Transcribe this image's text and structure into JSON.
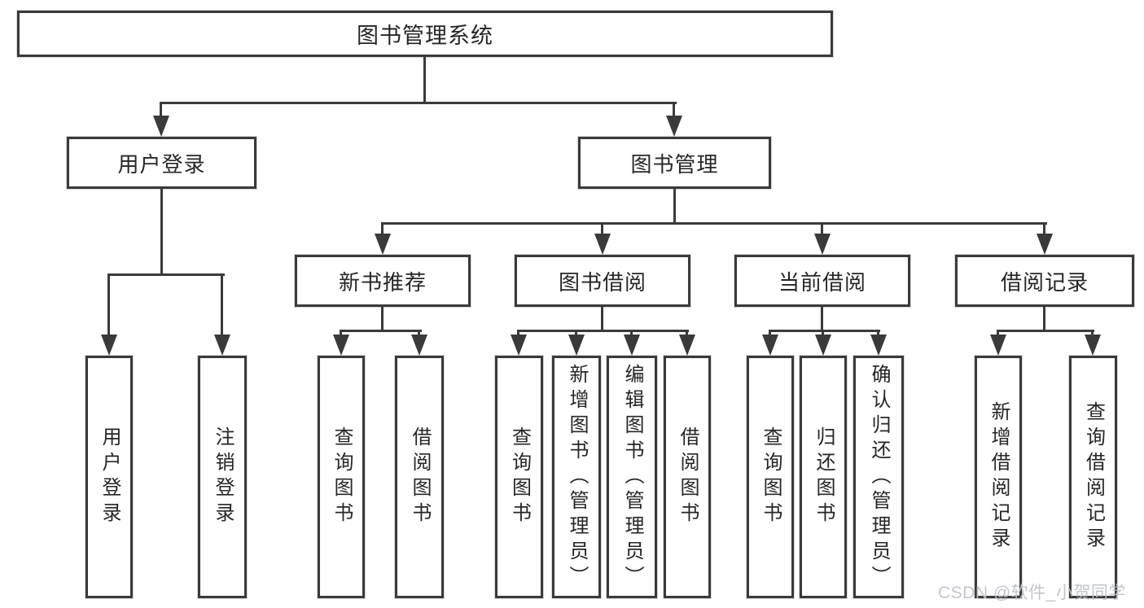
{
  "root": {
    "label": "图书管理系统"
  },
  "modules": [
    {
      "label": "用户登录"
    },
    {
      "label": "图书管理"
    }
  ],
  "submodules": [
    {
      "label": "新书推荐"
    },
    {
      "label": "图书借阅"
    },
    {
      "label": "当前借阅"
    },
    {
      "label": "借阅记录"
    }
  ],
  "functions": [
    {
      "label": "用户登录"
    },
    {
      "label": "注销登录"
    },
    {
      "label": "查询图书"
    },
    {
      "label": "借阅图书"
    },
    {
      "label": "查询图书"
    },
    {
      "label": "新增图书（管理员）"
    },
    {
      "label": "编辑图书（管理员）"
    },
    {
      "label": "借阅图书"
    },
    {
      "label": "查询图书"
    },
    {
      "label": "归还图书"
    },
    {
      "label": "确认归还（管理员）"
    },
    {
      "label": "新增借阅记录"
    },
    {
      "label": "查询借阅记录"
    }
  ],
  "watermark": {
    "text": "CSDN @软件_小贺同学"
  },
  "colors": {
    "line": "#3a3a3a",
    "text": "#262626",
    "watermark": "#bdc1c6",
    "background": "#ffffff"
  }
}
